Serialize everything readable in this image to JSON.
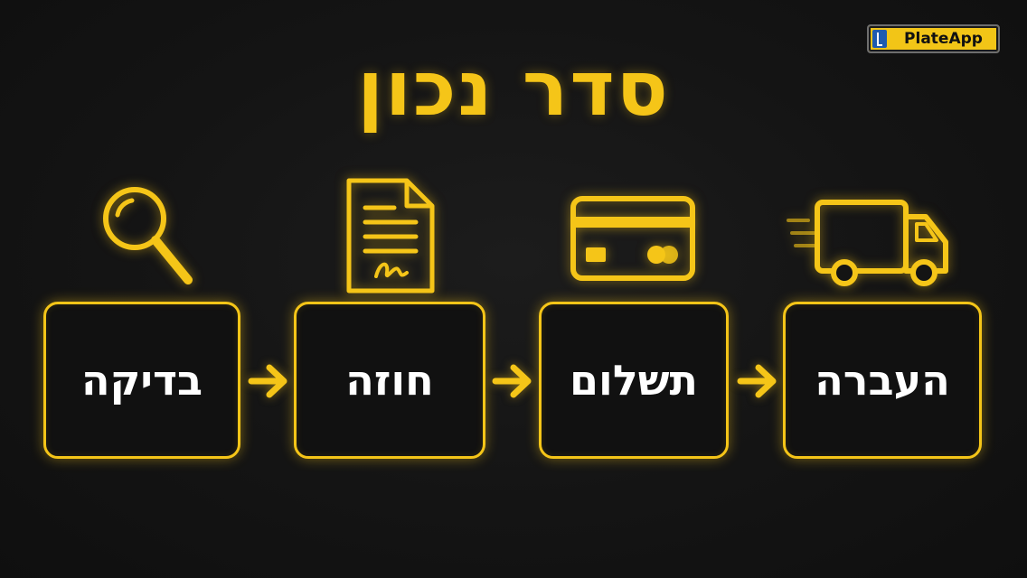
{
  "title": "סדר נכון",
  "logo": {
    "text": "PlateApp"
  },
  "steps": [
    {
      "label": "בדיקה",
      "icon": "magnifier-icon"
    },
    {
      "label": "חוזה",
      "icon": "signed-document-icon"
    },
    {
      "label": "תשלום",
      "icon": "credit-card-icon"
    },
    {
      "label": "העברה",
      "icon": "delivery-truck-icon"
    }
  ],
  "arrows": [
    "arrow-right-icon",
    "arrow-right-icon",
    "arrow-right-icon"
  ],
  "colors": {
    "accent": "#f5c518",
    "background": "#141414",
    "text": "#ffffff",
    "logo_bg": "#f2c517"
  }
}
